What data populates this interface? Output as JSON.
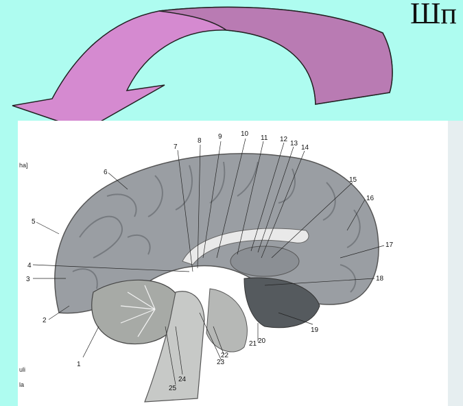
{
  "slide": {
    "title": "Шп",
    "arrow_color": "#d58ad0",
    "background": "#aefcf0"
  },
  "figure": {
    "side_labels": [
      "ha]",
      "uli",
      "la"
    ],
    "numbers": [
      "1",
      "2",
      "3",
      "4",
      "5",
      "6",
      "7",
      "8",
      "9",
      "10",
      "11",
      "12",
      "13",
      "14",
      "15",
      "16",
      "17",
      "18",
      "19",
      "20",
      "21",
      "22",
      "23",
      "24",
      "25"
    ]
  }
}
